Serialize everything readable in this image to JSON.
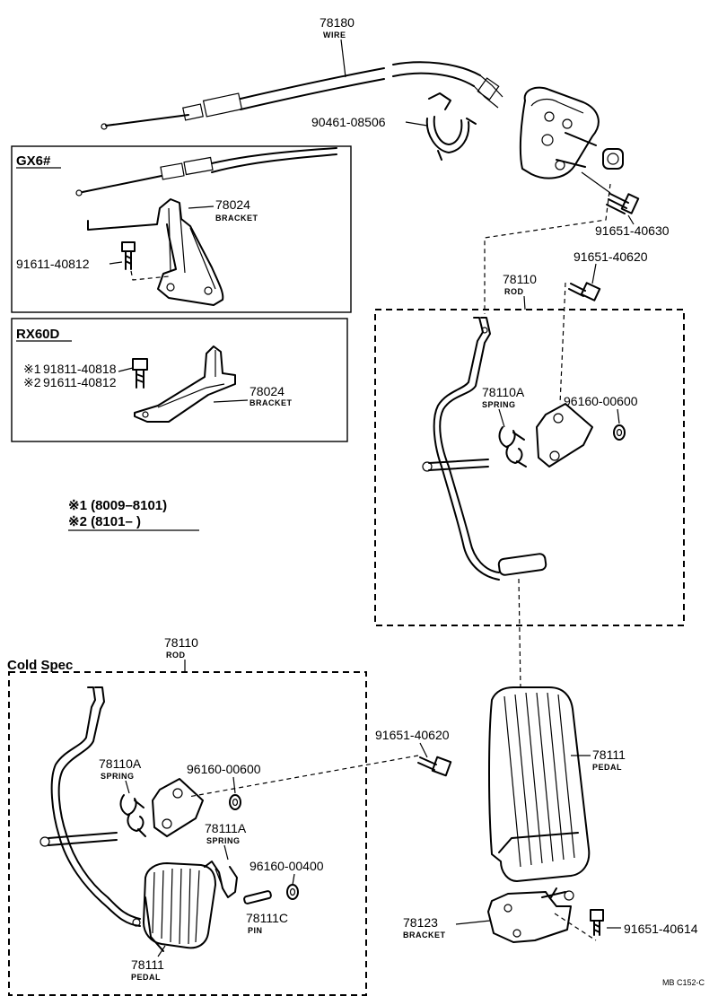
{
  "parts": {
    "wire": {
      "number": "78180",
      "name": "WIRE"
    },
    "clamp": {
      "number": "90461-08506"
    },
    "bolt_top": {
      "number": "91651-40630"
    },
    "bolt_rod": {
      "number": "91651-40620"
    },
    "rod": {
      "number": "78110",
      "name": "ROD"
    },
    "spring_main": {
      "number": "78110A",
      "name": "SPRING"
    },
    "nut_main": {
      "number": "96160-00600"
    },
    "pedal_main": {
      "number": "78111",
      "name": "PEDAL"
    },
    "bracket_main": {
      "number": "78123",
      "name": "BRACKET"
    },
    "bolt_bracket": {
      "number": "91651-40614"
    }
  },
  "gx6": {
    "title": "GX6#",
    "bracket": {
      "number": "78024",
      "name": "BRACKET"
    },
    "bolt": {
      "number": "91611-40812"
    }
  },
  "rx60d": {
    "title": "RX60D",
    "bolt1": {
      "mark": "※1",
      "number": "91811-40818"
    },
    "bolt2": {
      "mark": "※2",
      "number": "91611-40812"
    },
    "bracket": {
      "number": "78024",
      "name": "BRACKET"
    }
  },
  "notes": {
    "note1": "※1 (8009–8101)",
    "note2": "※2 (8101–        )"
  },
  "cold_spec": {
    "title": "Cold Spec",
    "rod": {
      "number": "78110",
      "name": "ROD"
    },
    "spring": {
      "number": "78110A",
      "name": "SPRING"
    },
    "nut1": {
      "number": "96160-00600"
    },
    "spring2": {
      "number": "78111A",
      "name": "SPRING"
    },
    "nut2": {
      "number": "96160-00400"
    },
    "pin": {
      "number": "78111C",
      "name": "PIN"
    },
    "pedal": {
      "number": "78111",
      "name": "PEDAL"
    },
    "bolt": {
      "number": "91651-40620"
    }
  },
  "footer_code": "MB C152-C"
}
